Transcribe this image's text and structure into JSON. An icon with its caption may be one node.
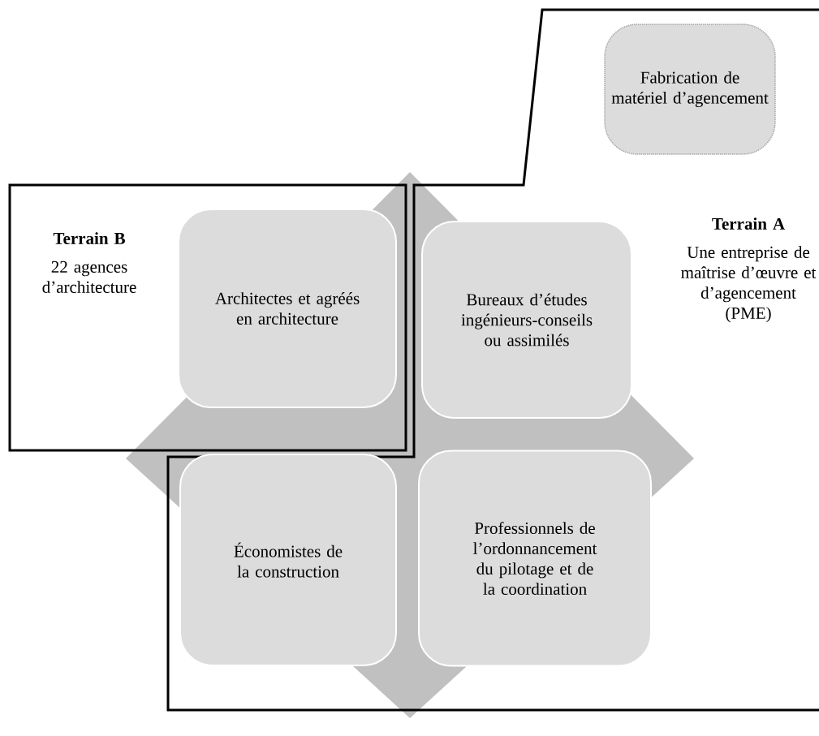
{
  "diagram": {
    "nodes": [
      {
        "text": [
          "Terrain A",
          "Une entreprise de maîtrise d’œuvre et d’agencement (PME)"
        ]
      },
      {
        "text": [
          "Fabrication de matériel d’agencement"
        ],
        "in": 0
      },
      {
        "text": [
          "Terrain B",
          "22 agences d’architecture"
        ]
      },
      {
        "text": [
          "Architectes et agréés en architecture"
        ]
      },
      {
        "text": [
          "Bureaux d’études ingénieurs-conseils ou assimilés"
        ],
        "in": 0
      },
      {
        "text": [
          "Économistes de la construction"
        ],
        "in": 0
      },
      {
        "text": [
          "Professionnels de l’ordonnancement du pilotage et de la coordination"
        ],
        "in": 0
      }
    ]
  }
}
